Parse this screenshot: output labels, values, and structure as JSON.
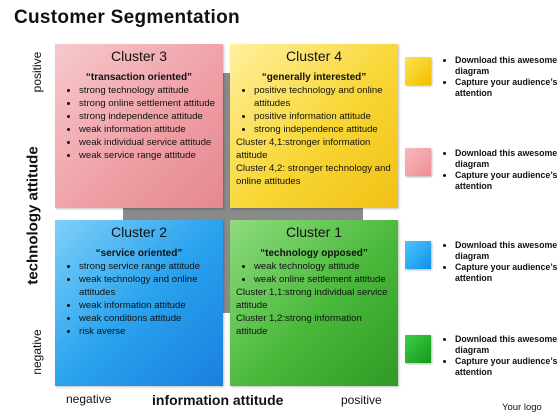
{
  "title": "Customer Segmentation",
  "axes": {
    "y_label": "technology attitude",
    "y_positive": "positive",
    "y_negative": "negative",
    "x_label": "information attitude",
    "x_negative": "negative",
    "x_positive": "positive"
  },
  "clusters": {
    "c3": {
      "name": "Cluster 3",
      "subtitle": "“transaction oriented”",
      "items": [
        "strong technology attitude",
        "strong online settlement attitude",
        "strong independence attitude",
        "weak information attitude",
        "weak individual service attitude",
        "weak service range attitude"
      ]
    },
    "c4": {
      "name": "Cluster 4",
      "subtitle": "“generally interested”",
      "items": [
        "positive technology and online attitudes",
        "positive information attitude",
        "strong independence attitude"
      ],
      "notes": [
        "Cluster 4,1:stronger information attitude",
        "Cluster 4,2: stronger technology and online attitudes"
      ]
    },
    "c2": {
      "name": "Cluster 2",
      "subtitle": "“service oriented”",
      "items": [
        "strong service range attitude",
        "weak technology and online attitudes",
        "weak information attitude",
        "weak conditions attitude",
        "risk averse"
      ]
    },
    "c1": {
      "name": "Cluster 1",
      "subtitle": "“technology opposed”",
      "items": [
        "weak technology attitude",
        "weak online settlement attitude"
      ],
      "notes": [
        "Cluster 1,1:strong individual service attitude",
        "Cluster 1,2:strong information attitude"
      ]
    }
  },
  "side_notes": [
    {
      "color": "#f5c800",
      "lines": [
        "Download this awesome diagram",
        "Capture your audience’s attention"
      ]
    },
    {
      "color": "#f2a0a7",
      "lines": [
        "Download this awesome diagram",
        "Capture your audience’s attention"
      ]
    },
    {
      "color": "#1a9cf0",
      "lines": [
        "Download this awesome diagram",
        "Capture your audience’s attention"
      ]
    },
    {
      "color": "#22aa2a",
      "lines": [
        "Download this awesome diagram",
        "Capture your audience’s attention"
      ]
    }
  ],
  "footer": "Your logo"
}
